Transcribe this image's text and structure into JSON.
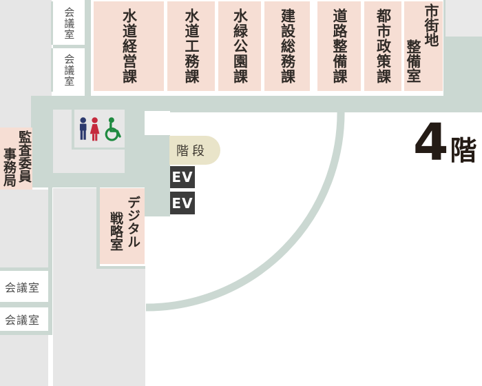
{
  "floor": {
    "number": "4",
    "suffix": "階"
  },
  "departments": [
    {
      "name": "水道経営課"
    },
    {
      "name": "水道工務課"
    },
    {
      "name": "水緑公園課"
    },
    {
      "name": "建設総務課"
    },
    {
      "name": "道路整備課"
    },
    {
      "name": "都市政策課"
    },
    {
      "columns": [
        "市街地",
        "整備室"
      ]
    }
  ],
  "meeting_rooms_top": [
    "会議室",
    "会議室"
  ],
  "meeting_rooms_bottom": [
    "会議室",
    "会議室"
  ],
  "audit_office": {
    "columns": [
      "監査委員",
      "事務局"
    ]
  },
  "digital_office": {
    "columns": [
      "デジタル",
      "戦略室"
    ]
  },
  "stairs": {
    "label": "階段"
  },
  "elevators": [
    {
      "label": "EV"
    },
    {
      "label": "EV"
    }
  ],
  "restroom": {
    "icons": [
      "men-icon",
      "women-icon",
      "wheelchair-icon"
    ]
  },
  "colors": {
    "room_pink": "#f6ded4",
    "corridor_teal": "#cbd8d2",
    "block_gray": "#e6e6e6",
    "stairs_beige": "#e9e4c9",
    "elevator_dark": "#3c3c3c",
    "floor_text": "#241b15",
    "men_navy": "#2c3a6e",
    "women_red": "#c52a3d",
    "wheelchair_green": "#1f8a40"
  }
}
